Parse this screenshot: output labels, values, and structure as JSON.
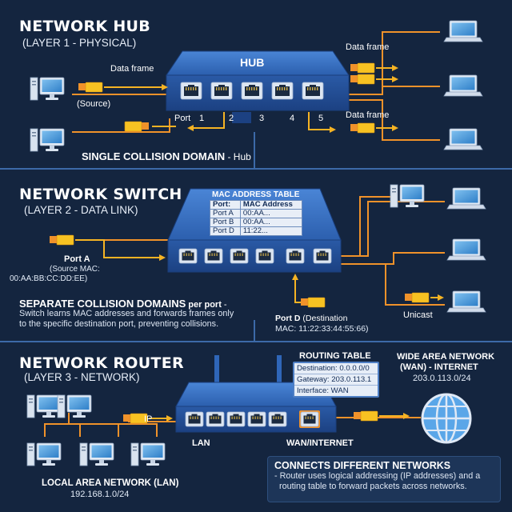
{
  "hub": {
    "title": "NETWORK HUB",
    "subtitle": "(LAYER 1 - PHYSICAL)",
    "device_label": "HUB",
    "data_frame_left": "Data frame",
    "source_label": "(Source)",
    "data_frame_top_right": "Data frame",
    "data_frame_bottom_right": "Data frame",
    "port_prefix": "Port",
    "ports": [
      "1",
      "2",
      "3",
      "4",
      "5"
    ],
    "caption_bold": "SINGLE COLLISION DOMAIN",
    "caption_rest": " - Hub"
  },
  "switch": {
    "title": "NETWORK SWITCH",
    "subtitle": "(LAYER 2 - DATA LINK)",
    "mac_table_title": "MAC ADDRESS TABLE",
    "mac_table": {
      "headers": [
        "Port:",
        "MAC Address"
      ],
      "rows": [
        [
          "Port A",
          "00:AA..."
        ],
        [
          "Port B",
          "00:AA..."
        ],
        [
          "Port D",
          "11:22..."
        ]
      ]
    },
    "port_a_label": "Port A",
    "port_a_mac_line1": "(Source MAC:",
    "port_a_mac_line2": "00:AA:BB:CC:DD:EE)",
    "port_d_bold": "Port D",
    "port_d_line1": " (Destination",
    "port_d_line2": "MAC: 11:22:33:44:55:66)",
    "unicast_label": "Unicast",
    "caption_bold": "SEPARATE COLLISION DOMAINS",
    "caption_per_port": " per port",
    "caption_dash": " -",
    "caption_line2": "Switch learns MAC addresses and forwards frames only",
    "caption_line3": "to the specific destination port, preventing collisions."
  },
  "router": {
    "title": "NETWORK ROUTER",
    "subtitle": "(LAYER 3 - NETWORK)",
    "ip_label": "IP",
    "lan_label": "LAN",
    "wan_label": "WAN/INTERNET",
    "routing_table_title": "ROUTING TABLE",
    "routing_rows": [
      "Destination: 0.0.0.0/0",
      "Gateway: 203.0.113.1",
      "Interface: WAN"
    ],
    "wan_title_line1": "WIDE AREA NETWORK",
    "wan_title_line2": "(WAN) - INTERNET",
    "wan_ip": "203.0.113.0/24",
    "lan_title": "LOCAL AREA NETWORK (LAN)",
    "lan_ip": "192.168.1.0/24",
    "info_title": "CONNECTS DIFFERENT NETWORKS",
    "info_line1": "- Router uses logical addressing (IP addresses) and a",
    "info_line2": "routing table to forward packets across networks."
  },
  "colors": {
    "background": "#14253f",
    "device_blue": "#2f66b8",
    "cable_orange": "#f0922a",
    "packet_yellow": "#f7c222",
    "arrow_yellow": "#f5b324",
    "divider": "#3c6aa8"
  }
}
